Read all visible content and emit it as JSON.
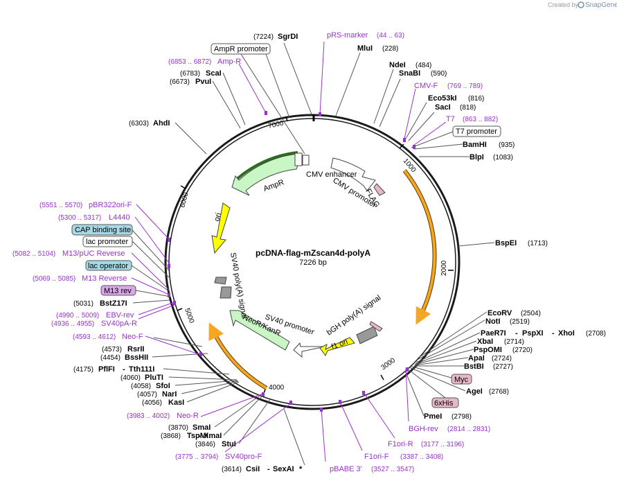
{
  "credit": {
    "created_by": "Created by",
    "brand": "SnapGene"
  },
  "plasmid": {
    "name": "pcDNA-flag-mZscan4d-polyA",
    "length": "7226 bp"
  },
  "ticks": [
    "1000",
    "2000",
    "3000",
    "4000",
    "5000",
    "6000",
    "7000"
  ],
  "sites": {
    "sgrdi": {
      "name": "SgrDI",
      "pos": "(7224)"
    },
    "mlui": {
      "name": "MluI",
      "pos": "(228)"
    },
    "ndei": {
      "name": "NdeI",
      "pos": "(484)"
    },
    "snabi": {
      "name": "SnaBI",
      "pos": "(590)"
    },
    "eco53ki": {
      "name": "Eco53kI",
      "pos": "(816)"
    },
    "saci": {
      "name": "SacI",
      "pos": "(818)"
    },
    "bamhi": {
      "name": "BamHI",
      "pos": "(935)"
    },
    "blpi": {
      "name": "BlpI",
      "pos": "(1083)"
    },
    "bspei": {
      "name": "BspEI",
      "pos": "(1713)"
    },
    "ecorv": {
      "name": "EcoRV",
      "pos": "(2504)"
    },
    "noti": {
      "name": "NotI",
      "pos": "(2519)"
    },
    "paer7i": {
      "name": "PaeR7I",
      "sep": "-",
      "name2": "PspXI",
      "sep2": "-",
      "name3": "XhoI",
      "pos": "(2708)"
    },
    "xbai": {
      "name": "XbaI",
      "pos": "(2714)"
    },
    "pspomi": {
      "name": "PspOMI",
      "pos": "(2720)"
    },
    "apai": {
      "name": "ApaI",
      "pos": "(2724)"
    },
    "bstbi": {
      "name": "BstBI",
      "pos": "(2727)"
    },
    "agei": {
      "name": "AgeI",
      "pos": "(2768)"
    },
    "pmei": {
      "name": "PmeI",
      "pos": "(2798)"
    },
    "csii": {
      "name": "CsiI",
      "sep": "-",
      "name2": "SexAI",
      "star": "*",
      "pos": "(3614)"
    },
    "stui": {
      "name": "StuI",
      "pos": "(3846)"
    },
    "tspmi": {
      "name": "TspMI",
      "sep": "-",
      "name2": "XmaI",
      "pos": "(3868)"
    },
    "smai": {
      "name": "SmaI",
      "pos": "(3870)"
    },
    "kasi": {
      "name": "KasI",
      "pos": "(4056)"
    },
    "nari": {
      "name": "NarI",
      "pos": "(4057)"
    },
    "sfoi": {
      "name": "SfoI",
      "pos": "(4058)"
    },
    "pluti": {
      "name": "PluTI",
      "pos": "(4060)"
    },
    "pflfi": {
      "name": "PflFI",
      "sep": "-",
      "name2": "Tth111I",
      "pos": "(4175)"
    },
    "bsshii": {
      "name": "BssHII",
      "pos": "(4454)"
    },
    "rsrii": {
      "name": "RsrII",
      "pos": "(4573)"
    },
    "bstz17i": {
      "name": "BstZ17I",
      "pos": "(5031)"
    },
    "ahdi": {
      "name": "AhdI",
      "pos": "(6303)"
    },
    "pvui": {
      "name": "PvuI",
      "pos": "(6673)"
    },
    "scai": {
      "name": "ScaI",
      "pos": "(6783)"
    }
  },
  "primers": {
    "prs": {
      "name": "pRS-marker",
      "range": "(44 .. 63)"
    },
    "cmvf": {
      "name": "CMV-F",
      "range": "(769 .. 789)"
    },
    "t7": {
      "name": "T7",
      "range": "(863 .. 882)"
    },
    "bghrev": {
      "name": "BGH-rev",
      "range": "(2814 .. 2831)"
    },
    "f1orir": {
      "name": "F1ori-R",
      "range": "(3177 .. 3196)"
    },
    "f1orif": {
      "name": "F1ori-F",
      "range": "(3387 .. 3408)"
    },
    "pbabe": {
      "name": "pBABE 3'",
      "range": "(3527 .. 3547)"
    },
    "sv40pro": {
      "name": "SV40pro-F",
      "range": "(3775 .. 3794)"
    },
    "neor": {
      "name": "Neo-R",
      "range": "(3983 .. 4002)"
    },
    "neof": {
      "name": "Neo-F",
      "range": "(4593 .. 4612)"
    },
    "sv40pa": {
      "name": "SV40pA-R",
      "range": "(4936 .. 4955)"
    },
    "ebv": {
      "name": "EBV-rev",
      "range": "(4990 .. 5009)"
    },
    "m13rev": {
      "name": "M13 Reverse",
      "range": "(5069 .. 5085)"
    },
    "m13puc": {
      "name": "M13/pUC Reverse",
      "range": "(5082 .. 5104)"
    },
    "l4440": {
      "name": "L4440",
      "range": "(5300 .. 5317)"
    },
    "pbr322": {
      "name": "pBR322ori-F",
      "range": "(5551 .. 5570)"
    },
    "ampr": {
      "name": "Amp-R",
      "range": "(6853 .. 6872)"
    }
  },
  "boxes": {
    "ampr_promoter": "AmpR promoter",
    "t7_promoter": "T7 promoter",
    "cap_site": "CAP binding site",
    "lac_promoter": "lac promoter",
    "lac_operator": "lac operator",
    "m13_rev": "M13 rev",
    "myc": "Myc",
    "his": "6xHis"
  },
  "features": {
    "cmv_enhancer": "CMV enhancer",
    "cmv_promoter": "CMV promoter",
    "flag": "FLAG",
    "ampr": "AmpR",
    "ori": "ori",
    "sv40_polya": "SV40 poly(A) signal",
    "neor_kanr": "NeoR/KanR",
    "sv40_promoter": "SV40 promoter",
    "bgh_polya": "bGH poly(A) signal",
    "f1_ori": "f1 ori"
  },
  "colors": {
    "backbone": "#1a1a1a",
    "feature_green": "#c8f7c5",
    "feature_yellow": "#ffff00",
    "feature_white": "#ffffff",
    "orange_arrow": "#f5a623",
    "primer_purple": "#9b30d0",
    "box_blue": "#a6d8e6",
    "box_pink": "#e6b8c6",
    "box_purple": "#d9a6e6"
  }
}
